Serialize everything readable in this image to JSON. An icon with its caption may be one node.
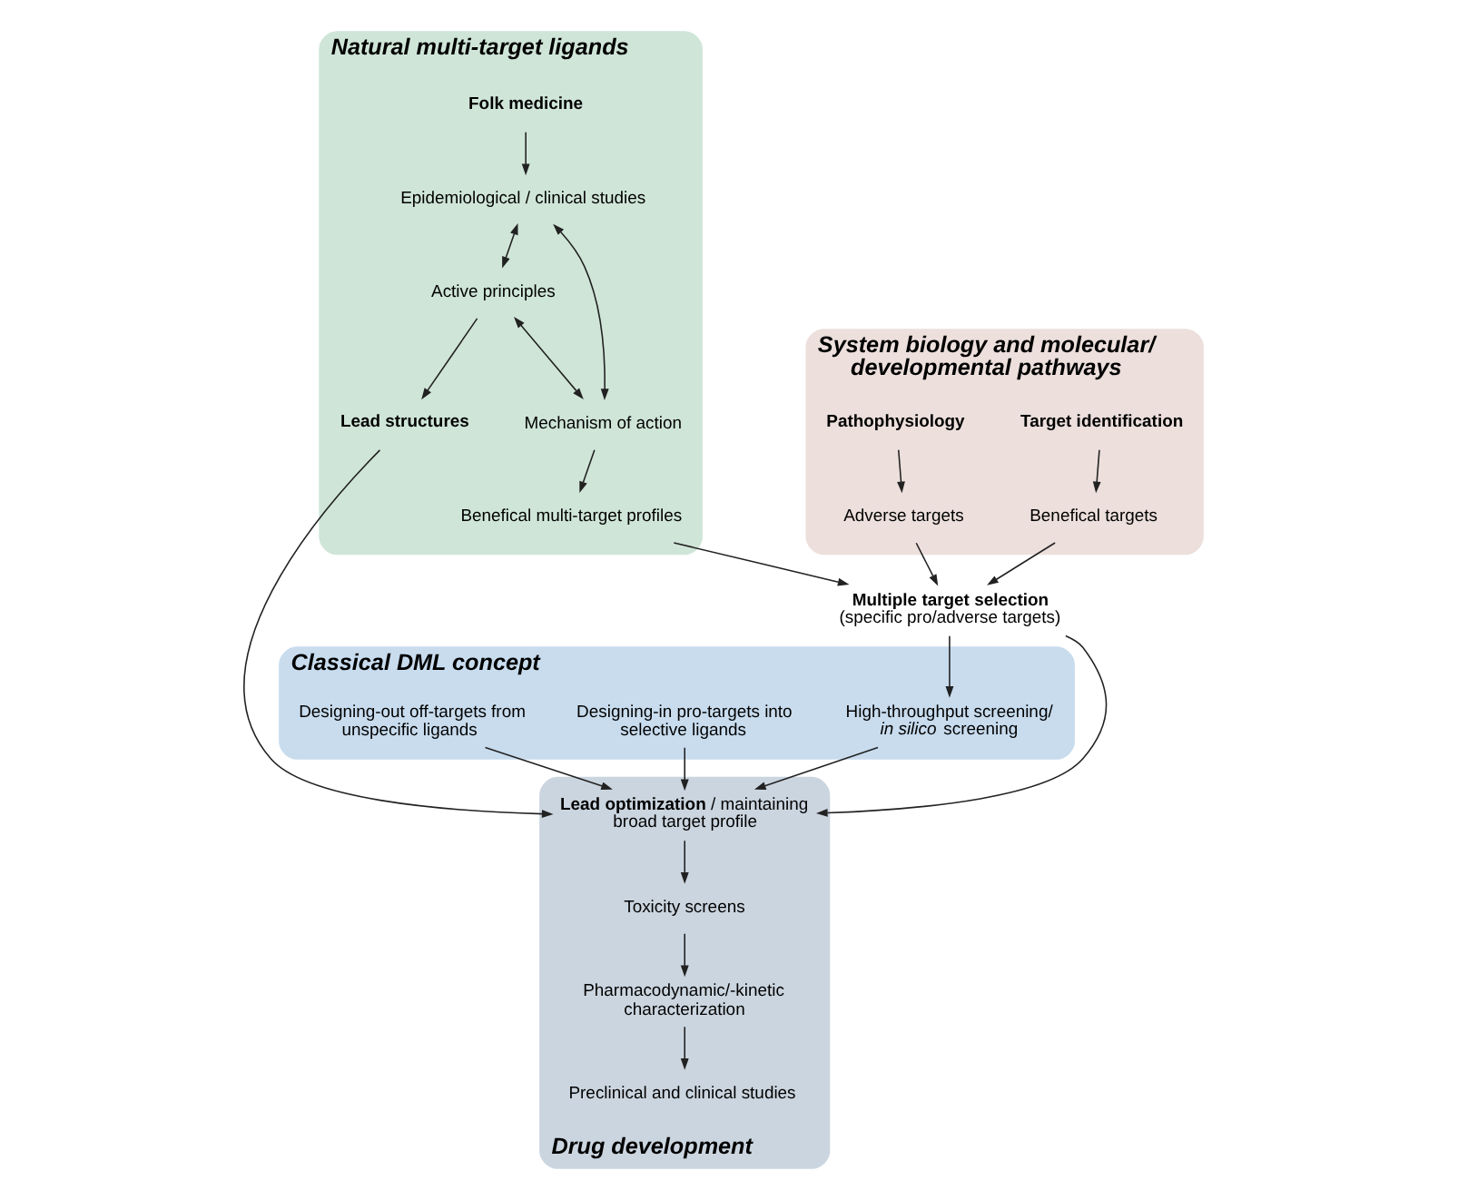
{
  "diagram": {
    "nodes": [
      {
        "text": [
          "Natural multi-target ligands"
        ]
      },
      {
        "text": [
          "Folk medicine"
        ],
        "in": 0
      },
      {
        "text": [
          "Epidemiological / clinical studies"
        ],
        "in": 0
      },
      {
        "text": [
          "Active principles"
        ],
        "in": 0
      },
      {
        "text": [
          "Mechanism of action"
        ],
        "in": 0
      },
      {
        "text": [
          "Lead structures"
        ],
        "in": 0
      },
      {
        "text": [
          "Benefical multi-target profiles"
        ],
        "in": 0
      },
      {
        "text": [
          "System biology and molecular/ developmental pathways"
        ]
      },
      {
        "text": [
          "Target identification"
        ],
        "in": 7
      },
      {
        "text": [
          "Pathophysiology"
        ],
        "in": 7
      },
      {
        "text": [
          "Benefical targets"
        ],
        "in": 7
      },
      {
        "text": [
          "Adverse targets"
        ],
        "in": 7
      },
      {
        "text": [
          "**Multiple target selection** (specific pro/adverse targets)"
        ]
      },
      {
        "text": [
          "Drug development"
        ]
      },
      {
        "text": [
          "**Lead optimization** / maintaining broad target profile"
        ],
        "in": 13
      },
      {
        "text": [
          "Toxicity screens"
        ],
        "in": 13
      },
      {
        "text": [
          "Pharmacodynamic/-kinetic characterization"
        ],
        "in": 13
      },
      {
        "text": [
          "Preclinical and clinical studies"
        ],
        "in": 13
      },
      {
        "text": [
          "Classical DML concept"
        ]
      },
      {
        "text": [
          "High-throughput screening/ *in silico* screening"
        ],
        "in": 18
      },
      {
        "text": [
          "Designing-in pro-targets into selective ligands"
        ],
        "in": 18
      },
      {
        "text": [
          "Designing-out off-targets from unspecific ligands"
        ],
        "in": 18
      }
    ],
    "edges": [
      {
        "from": 1,
        "to": 2,
        "arrow": "to"
      },
      {
        "from": 2,
        "to": 3,
        "arrow": "both"
      },
      {
        "from": 2,
        "to": 4,
        "arrow": "both"
      },
      {
        "from": 3,
        "to": 4,
        "arrow": "both"
      },
      {
        "from": 3,
        "to": 5,
        "arrow": "to"
      },
      {
        "from": 4,
        "to": 6,
        "arrow": "to"
      },
      {
        "from": 5,
        "to": 14,
        "arrow": "to"
      },
      {
        "from": 6,
        "to": 12,
        "arrow": "to"
      },
      {
        "from": 8,
        "to": 10,
        "arrow": "to"
      },
      {
        "from": 9,
        "to": 11,
        "arrow": "to"
      },
      {
        "from": 10,
        "to": 12,
        "arrow": "to"
      },
      {
        "from": 11,
        "to": 12,
        "arrow": "to"
      },
      {
        "from": 12,
        "to": 14,
        "arrow": "to"
      },
      {
        "from": 14,
        "to": 15,
        "arrow": "to"
      },
      {
        "from": 15,
        "to": 16,
        "arrow": "to"
      },
      {
        "from": 16,
        "to": 17,
        "arrow": "to"
      },
      {
        "from": 12,
        "to": 19,
        "arrow": "to"
      },
      {
        "from": 19,
        "to": 14,
        "arrow": "to"
      },
      {
        "from": 20,
        "to": 14,
        "arrow": "to"
      },
      {
        "from": 21,
        "to": 14,
        "arrow": "to"
      }
    ]
  }
}
